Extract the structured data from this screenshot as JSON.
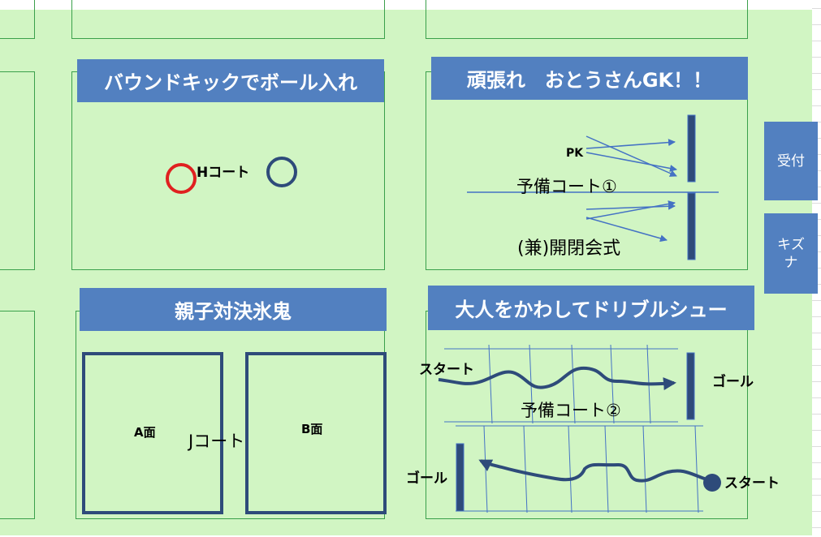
{
  "banners": {
    "bounce_kick": "バウンドキックでボール入れ",
    "goalkeeper": "頑張れ　おとうさんGK！！",
    "tag_game": "親子対決氷鬼",
    "dribble": "大人をかわしてドリブルシュー"
  },
  "side_boxes": {
    "reception": "受付",
    "kizuna_line1": "キズ",
    "kizuna_line2": "ナ"
  },
  "labels": {
    "h_court": "Hコート",
    "pk": "PK",
    "reserve_court_1": "予備コート①",
    "opening_closing": "(兼)開閉会式",
    "a_side": "A面",
    "b_side": "B面",
    "j_court": "Jコート",
    "start_top": "スタート",
    "goal_top": "ゴール",
    "reserve_court_2": "予備コート②",
    "goal_bottom": "ゴール",
    "start_bottom": "スタート"
  },
  "colors": {
    "field": "#d1f5c3",
    "court_line": "#3aa04b",
    "banner": "#5280c0",
    "mark_navy": "#2e4b7a",
    "red_circle": "#e02020"
  }
}
